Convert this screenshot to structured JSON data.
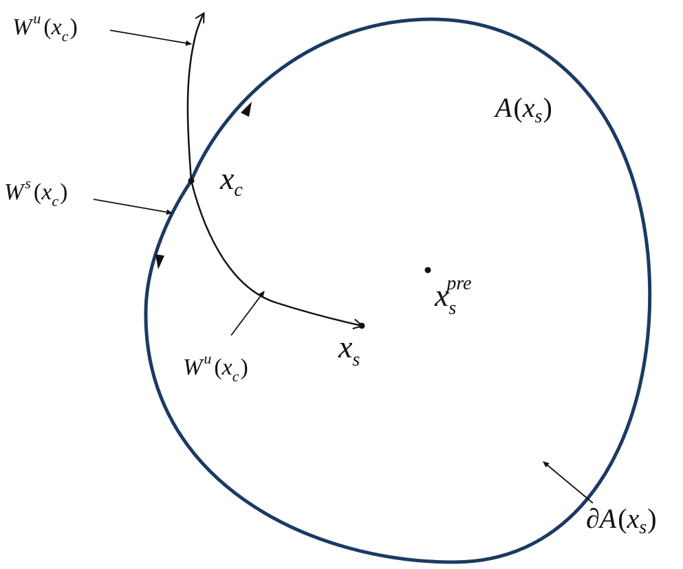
{
  "diagram": {
    "colors": {
      "boundary": "#1b3a63",
      "curve": "#111111",
      "text": "#111111"
    },
    "labels": {
      "wu_top": {
        "W": "W",
        "sup": "u",
        "open": "(",
        "x": "x",
        "sub": "c",
        "close": ")"
      },
      "ws_left": {
        "W": "W",
        "sup": "s",
        "open": "(",
        "x": "x",
        "sub": "c",
        "close": ")"
      },
      "wu_bottom": {
        "W": "W",
        "sup": "u",
        "open": "(",
        "x": "x",
        "sub": "c",
        "close": ")"
      },
      "xc": {
        "x": "x",
        "sub": "c"
      },
      "xs": {
        "x": "x",
        "sub": "s"
      },
      "xs_pre": {
        "x": "x",
        "sub": "s",
        "sup": "pre"
      },
      "region": {
        "A": "A",
        "open": "(",
        "x": "x",
        "sub": "s",
        "close": ")"
      },
      "boundary": {
        "partial": "∂",
        "A": "A",
        "open": "(",
        "x": "x",
        "sub": "s",
        "close": ")"
      }
    }
  }
}
